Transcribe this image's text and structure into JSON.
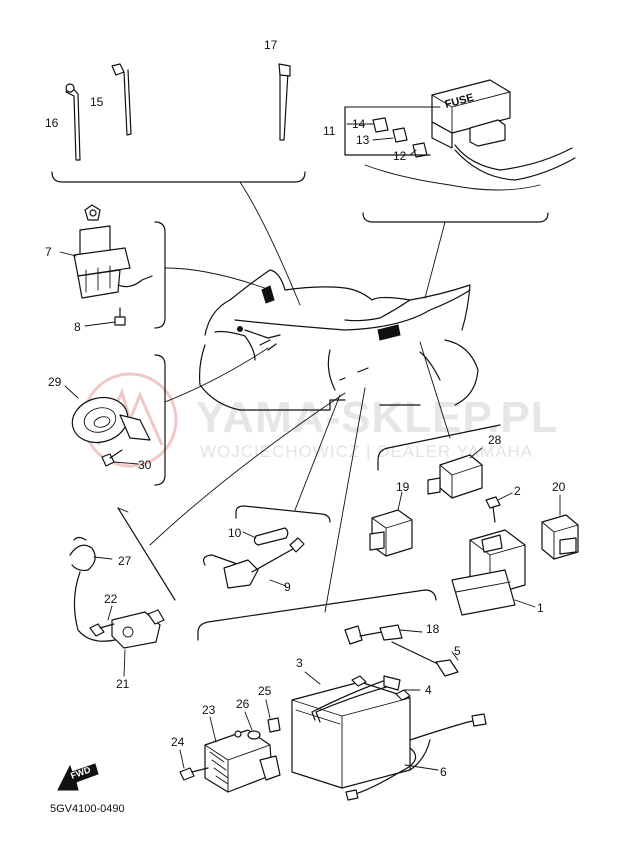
{
  "watermark": {
    "brand": "YAMA-SKLEP.PL",
    "dealer": "WOJCIECHOWICZ | DEALER YAMAHA",
    "logo_color": "#f0c8c8"
  },
  "diagram_code": "5GV4100-0490",
  "fuse_box_label": "FUSE",
  "fwd_label": "FWD",
  "callouts": [
    {
      "id": "17",
      "text": "17"
    },
    {
      "id": "16",
      "text": "16"
    },
    {
      "id": "15",
      "text": "15"
    },
    {
      "id": "14",
      "text": "14"
    },
    {
      "id": "13",
      "text": "13"
    },
    {
      "id": "12",
      "text": "12"
    },
    {
      "id": "11",
      "text": "11"
    },
    {
      "id": "7",
      "text": "7"
    },
    {
      "id": "8",
      "text": "8"
    },
    {
      "id": "29",
      "text": "29"
    },
    {
      "id": "30",
      "text": "30"
    },
    {
      "id": "28",
      "text": "28"
    },
    {
      "id": "19",
      "text": "19"
    },
    {
      "id": "2",
      "text": "2"
    },
    {
      "id": "20",
      "text": "20"
    },
    {
      "id": "1",
      "text": "1"
    },
    {
      "id": "10",
      "text": "10"
    },
    {
      "id": "9",
      "text": "9"
    },
    {
      "id": "27",
      "text": "27"
    },
    {
      "id": "22",
      "text": "22"
    },
    {
      "id": "21",
      "text": "21"
    },
    {
      "id": "18",
      "text": "18"
    },
    {
      "id": "5",
      "text": "5"
    },
    {
      "id": "3",
      "text": "3"
    },
    {
      "id": "4",
      "text": "4"
    },
    {
      "id": "25",
      "text": "25"
    },
    {
      "id": "26",
      "text": "26"
    },
    {
      "id": "23",
      "text": "23"
    },
    {
      "id": "24",
      "text": "24"
    },
    {
      "id": "6",
      "text": "6"
    }
  ]
}
